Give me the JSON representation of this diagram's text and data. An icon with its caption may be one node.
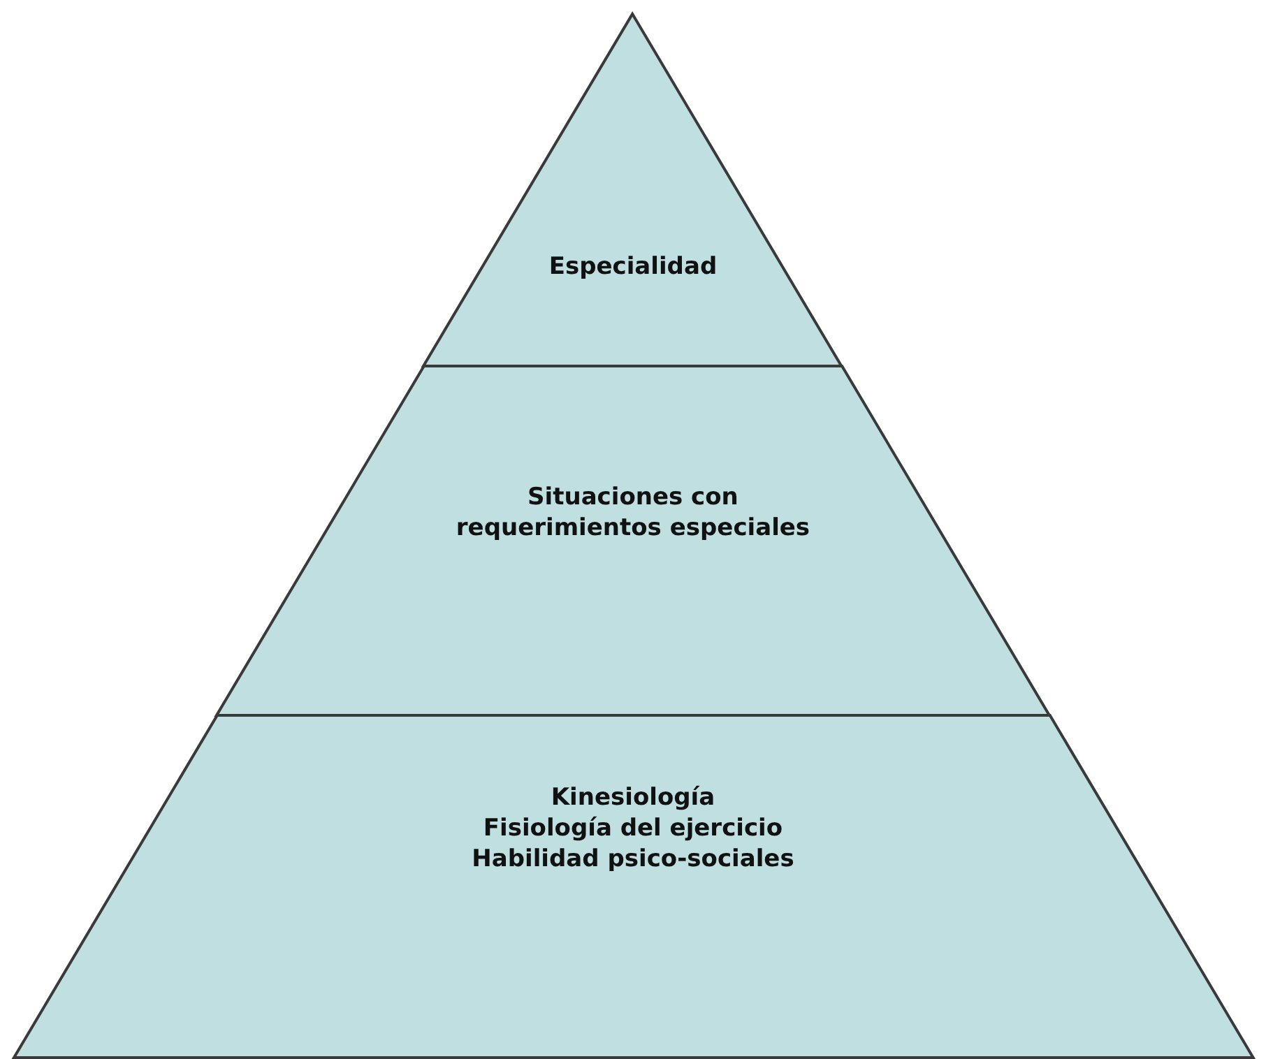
{
  "diagram": {
    "nodes": [
      {
        "text": [
          "Especialidad"
        ]
      },
      {
        "text": [
          "Situaciones con requerimientos especiales"
        ]
      },
      {
        "text": [
          "Kinesiología",
          "Fisiología del ejercicio",
          "Habilidad psico-sociales"
        ]
      }
    ]
  }
}
